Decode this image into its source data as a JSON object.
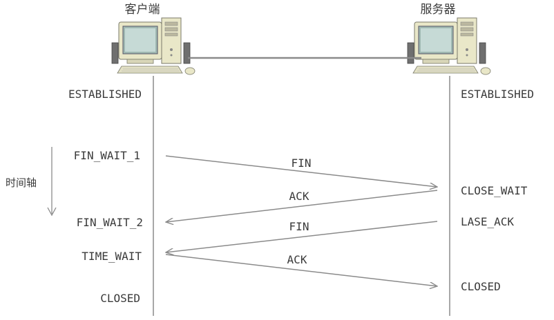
{
  "hosts": {
    "client": {
      "name": "客户端"
    },
    "server": {
      "name": "服务器"
    }
  },
  "time_axis_label": "时间轴",
  "client_states": [
    "ESTABLISHED",
    "FIN_WAIT_1",
    "FIN_WAIT_2",
    "TIME_WAIT",
    "CLOSED"
  ],
  "server_states": [
    "ESTABLISHED",
    "CLOSE_WAIT",
    "LASE_ACK",
    "CLOSED"
  ],
  "messages": [
    {
      "label": "FIN",
      "from": "client",
      "to": "server"
    },
    {
      "label": "ACK",
      "from": "server",
      "to": "client"
    },
    {
      "label": "FIN",
      "from": "server",
      "to": "client"
    },
    {
      "label": "ACK",
      "from": "client",
      "to": "server"
    }
  ],
  "colors": {
    "line": "#8a8a8a",
    "text": "#3a3a3a",
    "computer_body": "#e9e7c8",
    "screen": "#9fb8b2"
  }
}
